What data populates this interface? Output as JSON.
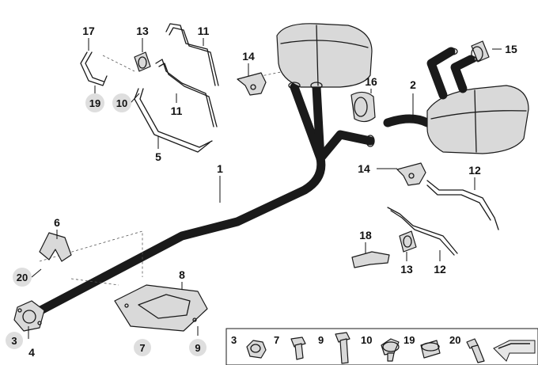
{
  "labels": {
    "l1": "1",
    "l2": "2",
    "l3": "3",
    "l4": "4",
    "l5": "5",
    "l6": "6",
    "l7": "7",
    "l8": "8",
    "l9": "9",
    "l10": "10",
    "l11a": "11",
    "l11b": "11",
    "l12a": "12",
    "l12b": "12",
    "l13a": "13",
    "l13b": "13",
    "l14a": "14",
    "l14b": "14",
    "l15": "15",
    "l16": "16",
    "l17": "17",
    "l18": "18",
    "l19": "19",
    "l20": "20"
  },
  "legend": {
    "items": [
      "3",
      "7",
      "9",
      "10",
      "19",
      "20"
    ]
  },
  "colors": {
    "line": "#1a1a1a",
    "muffler": "#d9d9d9",
    "ring": "#dedede"
  }
}
